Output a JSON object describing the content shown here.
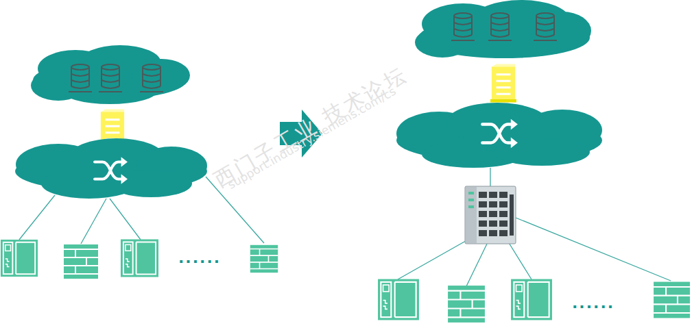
{
  "diagram": {
    "labels": [
      "......",
      "......",
      "西门子工业 技术论坛",
      "support.industry.siemens.com/cs"
    ]
  }
}
